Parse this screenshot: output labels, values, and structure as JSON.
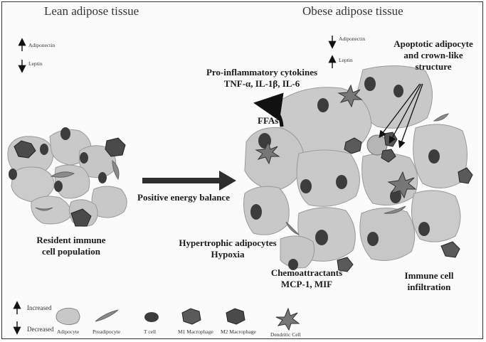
{
  "lean": {
    "title": "Lean adipose tissue",
    "adiponectin": "Adiponectin",
    "leptin": "Leptin",
    "resident_line1": "Resident immune",
    "resident_line2": "cell population"
  },
  "obese": {
    "title": "Obese adipose tissue",
    "adiponectin": "Adiponectin",
    "leptin": "Leptin",
    "apoptotic_line1": "Apoptotic adipocyte",
    "apoptotic_line2": "and crown-like",
    "apoptotic_line3": "structure",
    "cytokines_line1": "Pro-inflammatory cytokines",
    "cytokines_line2": "TNF-α, IL-1β, IL-6",
    "ffas": "FFAs",
    "hypertrophic_line1": "Hypertrophic adipocytes",
    "hypertrophic_line2": "Hypoxia",
    "chemo_line1": "Chemoattractants",
    "chemo_line2": "MCP-1, MIF",
    "immune_line1": "Immune cell",
    "immune_line2": "infiltration"
  },
  "transition": {
    "label": "Positive energy balance"
  },
  "legend": {
    "increased": "Increased",
    "decreased": "Decreased",
    "items": [
      "Adipocyte",
      "Preadipocyte",
      "T cell",
      "M1 Macrophage",
      "M2 Macrophage",
      "Dendritic Cell"
    ]
  },
  "colors": {
    "adipocyte": "#c8c8c8",
    "nucleus": "#3c3c3c",
    "arrow": "#2e2e2e",
    "text": "#1a1a1a"
  }
}
